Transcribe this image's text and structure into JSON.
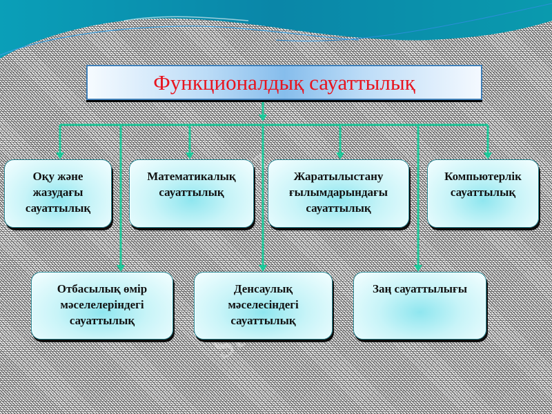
{
  "title": "Функционалдық сауаттылық",
  "colors": {
    "title_text": "#e8141e",
    "connector": "#1ec99a",
    "node_border": "#2a8d9a",
    "header_wave": "#0a8fb0"
  },
  "watermark": "Stud.kz",
  "nodes_top": [
    {
      "id": "reading-writing",
      "lines": [
        "Оқу және",
        "жазудағы",
        "сауаттылық"
      ]
    },
    {
      "id": "math",
      "lines": [
        "Математикалық",
        "сауаттылық"
      ]
    },
    {
      "id": "natural-science",
      "lines": [
        "Жаратылыстану",
        "ғылымдарындағы",
        "сауаттылық"
      ]
    },
    {
      "id": "computer",
      "lines": [
        "Компьютерлік",
        "сауаттылық"
      ]
    }
  ],
  "nodes_bottom": [
    {
      "id": "family-life",
      "lines": [
        "Отбасылық өмір",
        "мәселелеріндегі",
        "сауаттылық"
      ]
    },
    {
      "id": "health",
      "lines": [
        "Денсаулық",
        "мәселесіндегі",
        "сауаттылық"
      ]
    },
    {
      "id": "legal",
      "lines": [
        "Заң сауаттылығы"
      ]
    }
  ]
}
